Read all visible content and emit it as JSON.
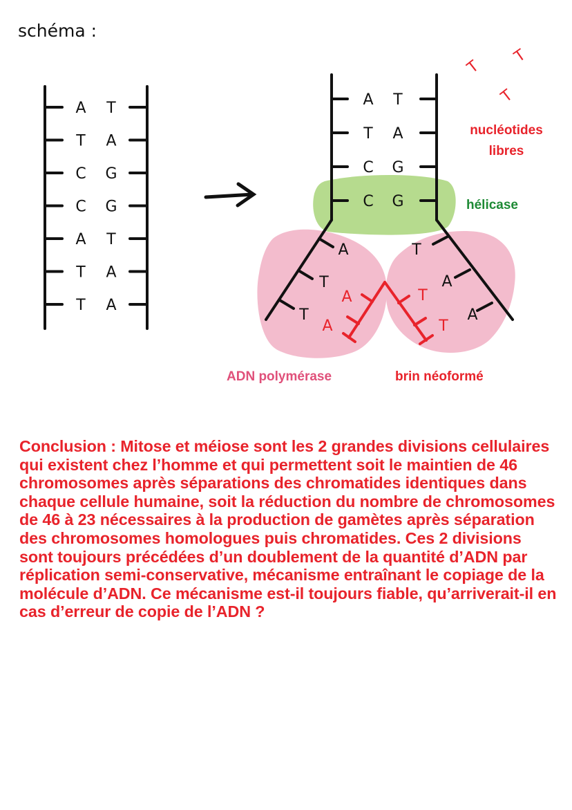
{
  "heading": "schéma :",
  "left_strand": {
    "pairs": [
      [
        "A",
        "T"
      ],
      [
        "T",
        "A"
      ],
      [
        "C",
        "G"
      ],
      [
        "C",
        "G"
      ],
      [
        "A",
        "T"
      ],
      [
        "T",
        "A"
      ],
      [
        "T",
        "A"
      ]
    ]
  },
  "right_strand": {
    "top_pairs": [
      [
        "A",
        "T"
      ],
      [
        "T",
        "A"
      ],
      [
        "C",
        "G"
      ],
      [
        "C",
        "G"
      ]
    ],
    "left_arm_old": [
      "A",
      "T",
      "T"
    ],
    "left_arm_new": [
      "A",
      "A"
    ],
    "right_arm_old": [
      "T",
      "A",
      "A"
    ],
    "right_arm_new": [
      "T",
      "T"
    ]
  },
  "free_nucleotides": [
    "T",
    "T",
    "T"
  ],
  "labels": {
    "free_nucleotides": [
      "nucléotides",
      "libres"
    ],
    "helicase": "hélicase",
    "polymerase": "ADN polymérase",
    "new_strand": "brin néoformé"
  },
  "colors": {
    "ink": "#111111",
    "red": "#e8232b",
    "green_text": "#1e8a35",
    "helicase_fill": "#b6db8e",
    "polymerase_fill": "#f3bccd",
    "polymerase_text": "#e0507a"
  },
  "conclusion": "Conclusion : Mitose et méiose sont les 2 grandes divisions cellulaires qui existent chez l’homme et qui permettent soit le maintien de 46 chromosomes après séparations des chromatides identiques dans chaque cellule humaine, soit la réduction du nombre de chromosomes de 46 à 23 nécessaires à la production de gamètes après séparation des chromosomes homologues puis chromatides. Ces 2 divisions sont toujours précédées d’un doublement de la quantité d’ADN par réplication semi-conservative, mécanisme entraînant le copiage de la molécule d’ADN. Ce mécanisme est-il toujours fiable, qu’arriverait-il en cas d’erreur de copie de l’ADN ?"
}
